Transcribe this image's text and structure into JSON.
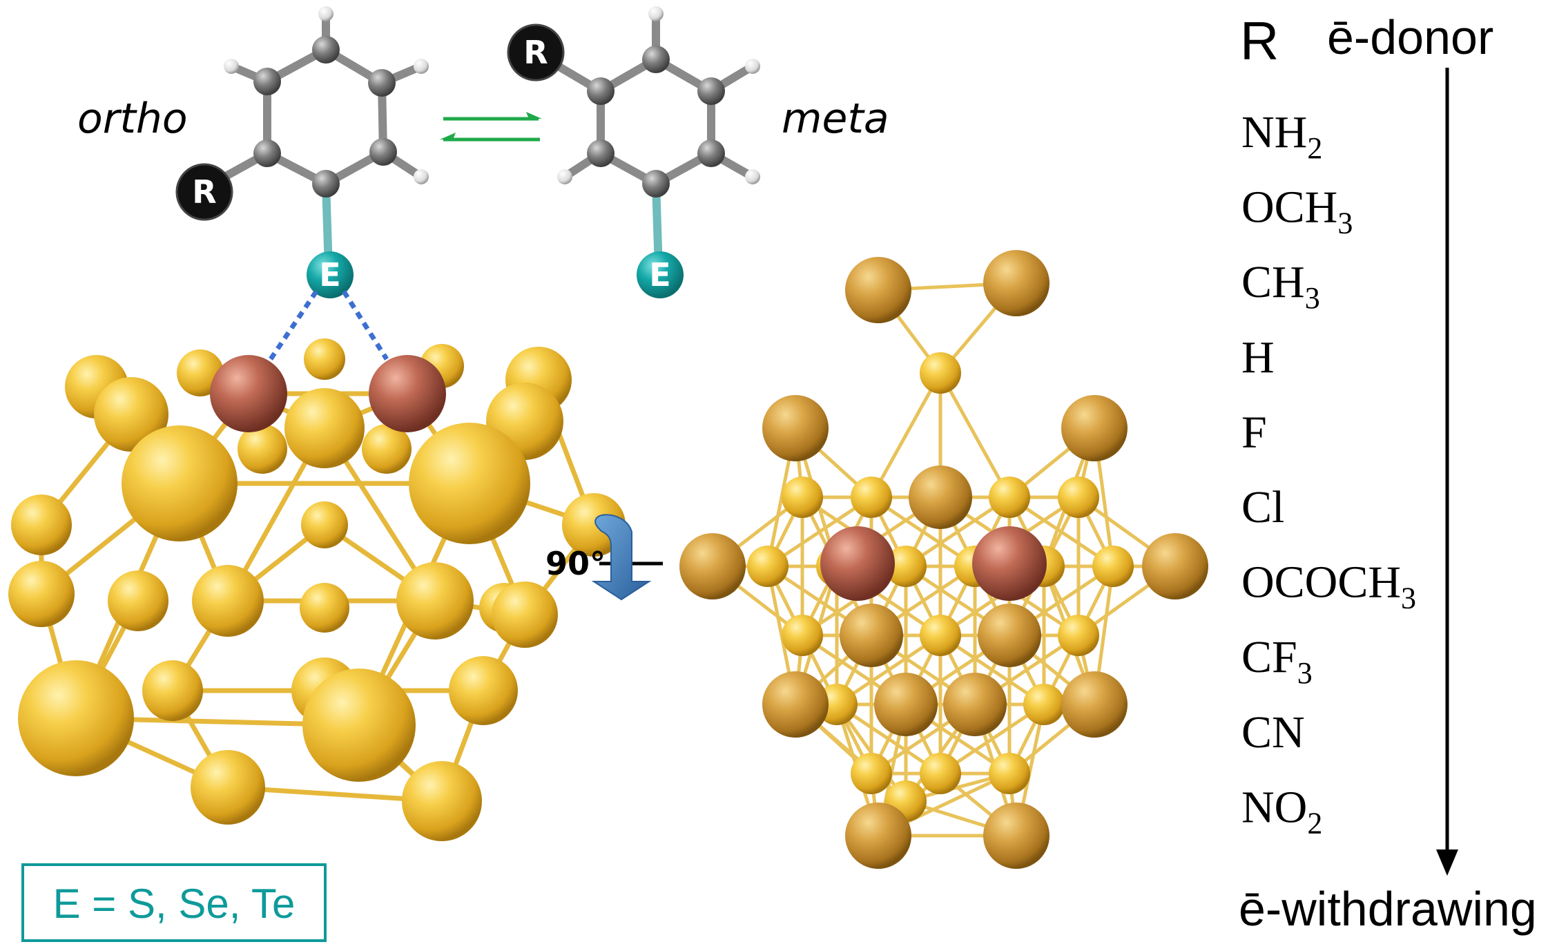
{
  "molecules": {
    "ortho_label": "ortho",
    "meta_label": "meta",
    "R_atom": "R",
    "E_atom": "E",
    "colors": {
      "carbon": "#7a7a7a",
      "hydrogen": "#e8e8e8",
      "anchor": "#13a7a7",
      "R_group": "#111111",
      "equilibrium_arrow": "#1faa4a"
    }
  },
  "clusters": {
    "rotation_label": "90°",
    "colors": {
      "gold": "#f2c23a",
      "gold_dark": "#d9a31f",
      "copper": "#b05a48",
      "bond": "#e6b83a"
    }
  },
  "substituents": {
    "header_R": "R",
    "header_donor": "ē-donor",
    "footer": "ē-withdrawing",
    "items": [
      {
        "base": "NH",
        "sub": "2"
      },
      {
        "base": "OCH",
        "sub": "3"
      },
      {
        "base": "CH",
        "sub": "3"
      },
      {
        "base": "H",
        "sub": ""
      },
      {
        "base": "F",
        "sub": ""
      },
      {
        "base": "Cl",
        "sub": ""
      },
      {
        "base": "OCOCH",
        "sub": "3"
      },
      {
        "base": "CF",
        "sub": "3"
      },
      {
        "base": "CN",
        "sub": ""
      },
      {
        "base": "NO",
        "sub": "2"
      }
    ]
  },
  "legend_box": {
    "text": "E = S, Se, Te",
    "color": "#0e9a9a"
  }
}
